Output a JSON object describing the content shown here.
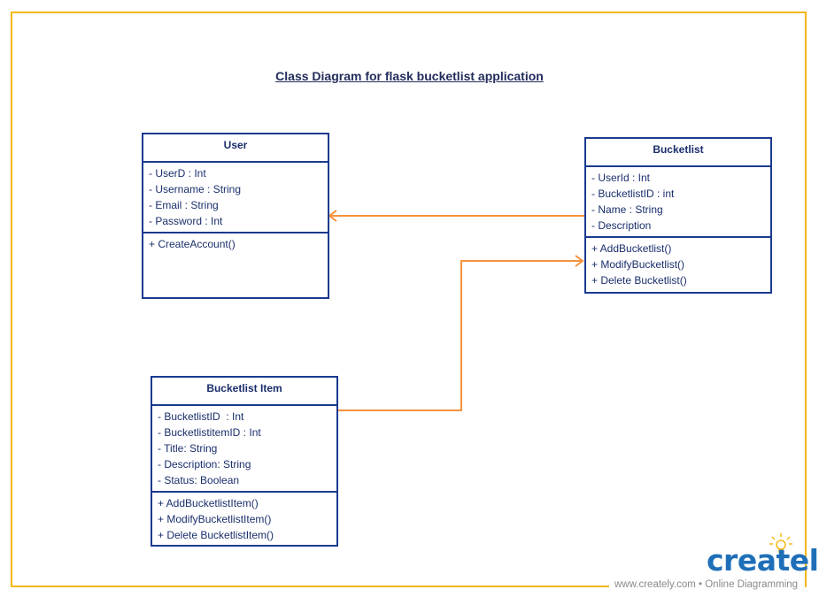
{
  "diagram": {
    "title": "Class Diagram for flask bucketlist application",
    "classes": {
      "user": {
        "name": "User",
        "attributes": [
          "- UserD : Int",
          "- Username : String",
          "- Email : String",
          "- Password : Int"
        ],
        "methods": [
          "+ CreateAccount()"
        ]
      },
      "bucketlist": {
        "name": "Bucketlist",
        "attributes": [
          "- UserId : Int",
          "- BucketlistID : int",
          "- Name : String",
          "- Description"
        ],
        "methods": [
          "+ AddBucketlist()",
          "+ ModifyBucketlist()",
          "+ Delete Bucketlist()"
        ]
      },
      "item": {
        "name": "Bucketlist Item",
        "attributes": [
          "- BucketlistID  : Int",
          "- BucketlistitemID : Int",
          "- Title: String",
          "- Description: String",
          "- Status: Boolean"
        ],
        "methods": [
          "+ AddBucketlistItem()",
          "+ ModifyBucketlistItem()",
          "+ Delete BucketlistItem()"
        ]
      }
    },
    "colors": {
      "class_border": "#1a3a8f",
      "connector": "#f5923e",
      "frame": "#f5b717"
    }
  },
  "branding": {
    "logo": "creately",
    "tagline": "www.creately.com • Online Diagramming",
    "icon": "lightbulb-icon"
  }
}
